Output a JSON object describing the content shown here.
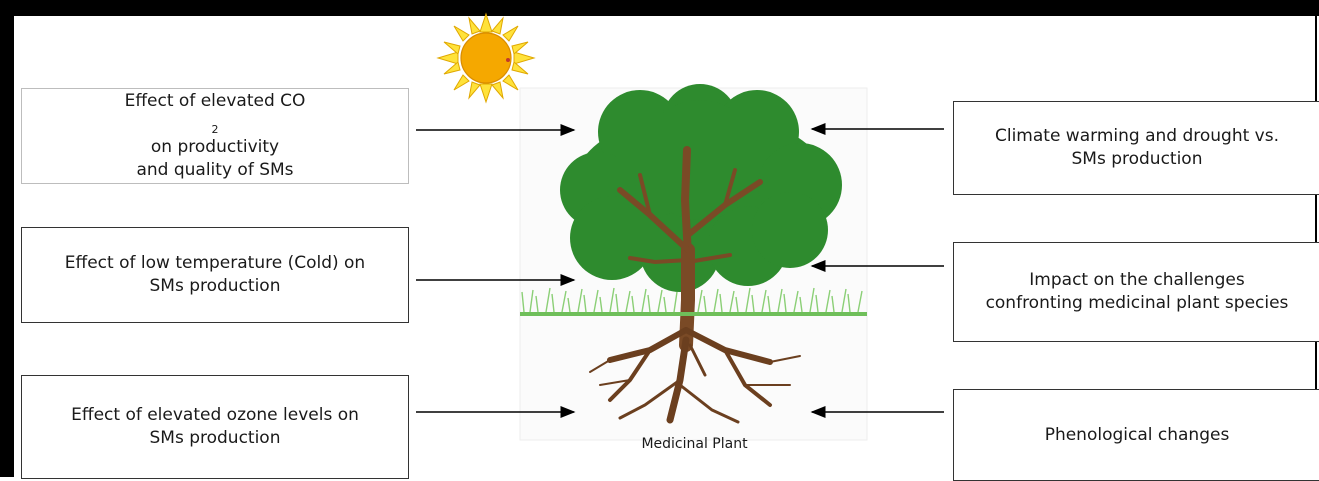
{
  "diagram": {
    "center_label": "Medicinal Plant",
    "left_boxes": [
      {
        "lines": [
          "Effect of elevated CO",
          "2",
          " on productivity",
          "and quality of SMs"
        ]
      },
      {
        "lines": [
          "Effect of low temperature (Cold) on",
          "SMs production"
        ]
      },
      {
        "lines": [
          "Effect of elevated ozone levels on",
          "SMs production"
        ]
      }
    ],
    "right_boxes": [
      {
        "lines": [
          "Climate warming and drought vs.",
          "SMs production"
        ]
      },
      {
        "lines": [
          "Impact on the challenges",
          "confronting medicinal plant species"
        ]
      },
      {
        "lines": [
          "Phenological changes"
        ]
      }
    ]
  },
  "colors": {
    "frame": "#000000",
    "foliage": "#2e8b2e",
    "trunk": "#7a4a26",
    "roots": "#6b3f1f",
    "grass": "#6fbf5a",
    "sun_body": "#f5a800",
    "sun_rays": "#ffe23a",
    "arrow": "#000000"
  },
  "icons": [
    "sun-icon",
    "tree-icon",
    "grass-icon"
  ]
}
